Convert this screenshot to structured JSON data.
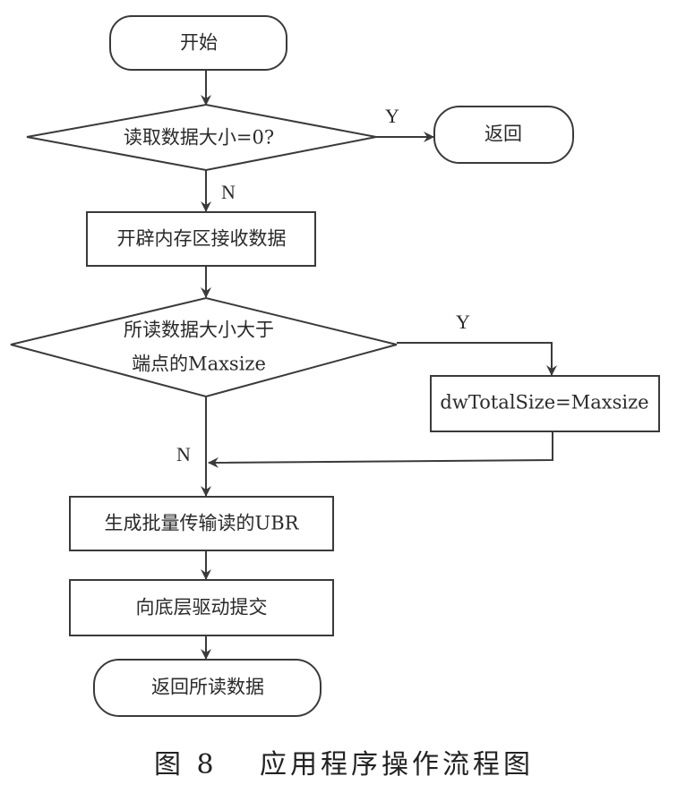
{
  "nodes": {
    "start": "开始",
    "check_zero": "读取数据大小=0?",
    "return": "返回",
    "alloc": "开辟内存区接收数据",
    "check_max_line1": "所读数据大小大于",
    "check_max_line2": "端点的Maxsize",
    "set_total": "dwTotalSize=Maxsize",
    "gen_ubr": "生成批量传输读的UBR",
    "submit": "向底层驱动提交",
    "return_data": "返回所读数据"
  },
  "edges": {
    "yes1": "Y",
    "no1": "N",
    "yes2": "Y",
    "no2": "N"
  },
  "caption": {
    "figure_no": "图 8",
    "title": "应用程序操作流程图"
  },
  "colors": {
    "stroke": "#3a3a3a",
    "background": "#ffffff"
  }
}
